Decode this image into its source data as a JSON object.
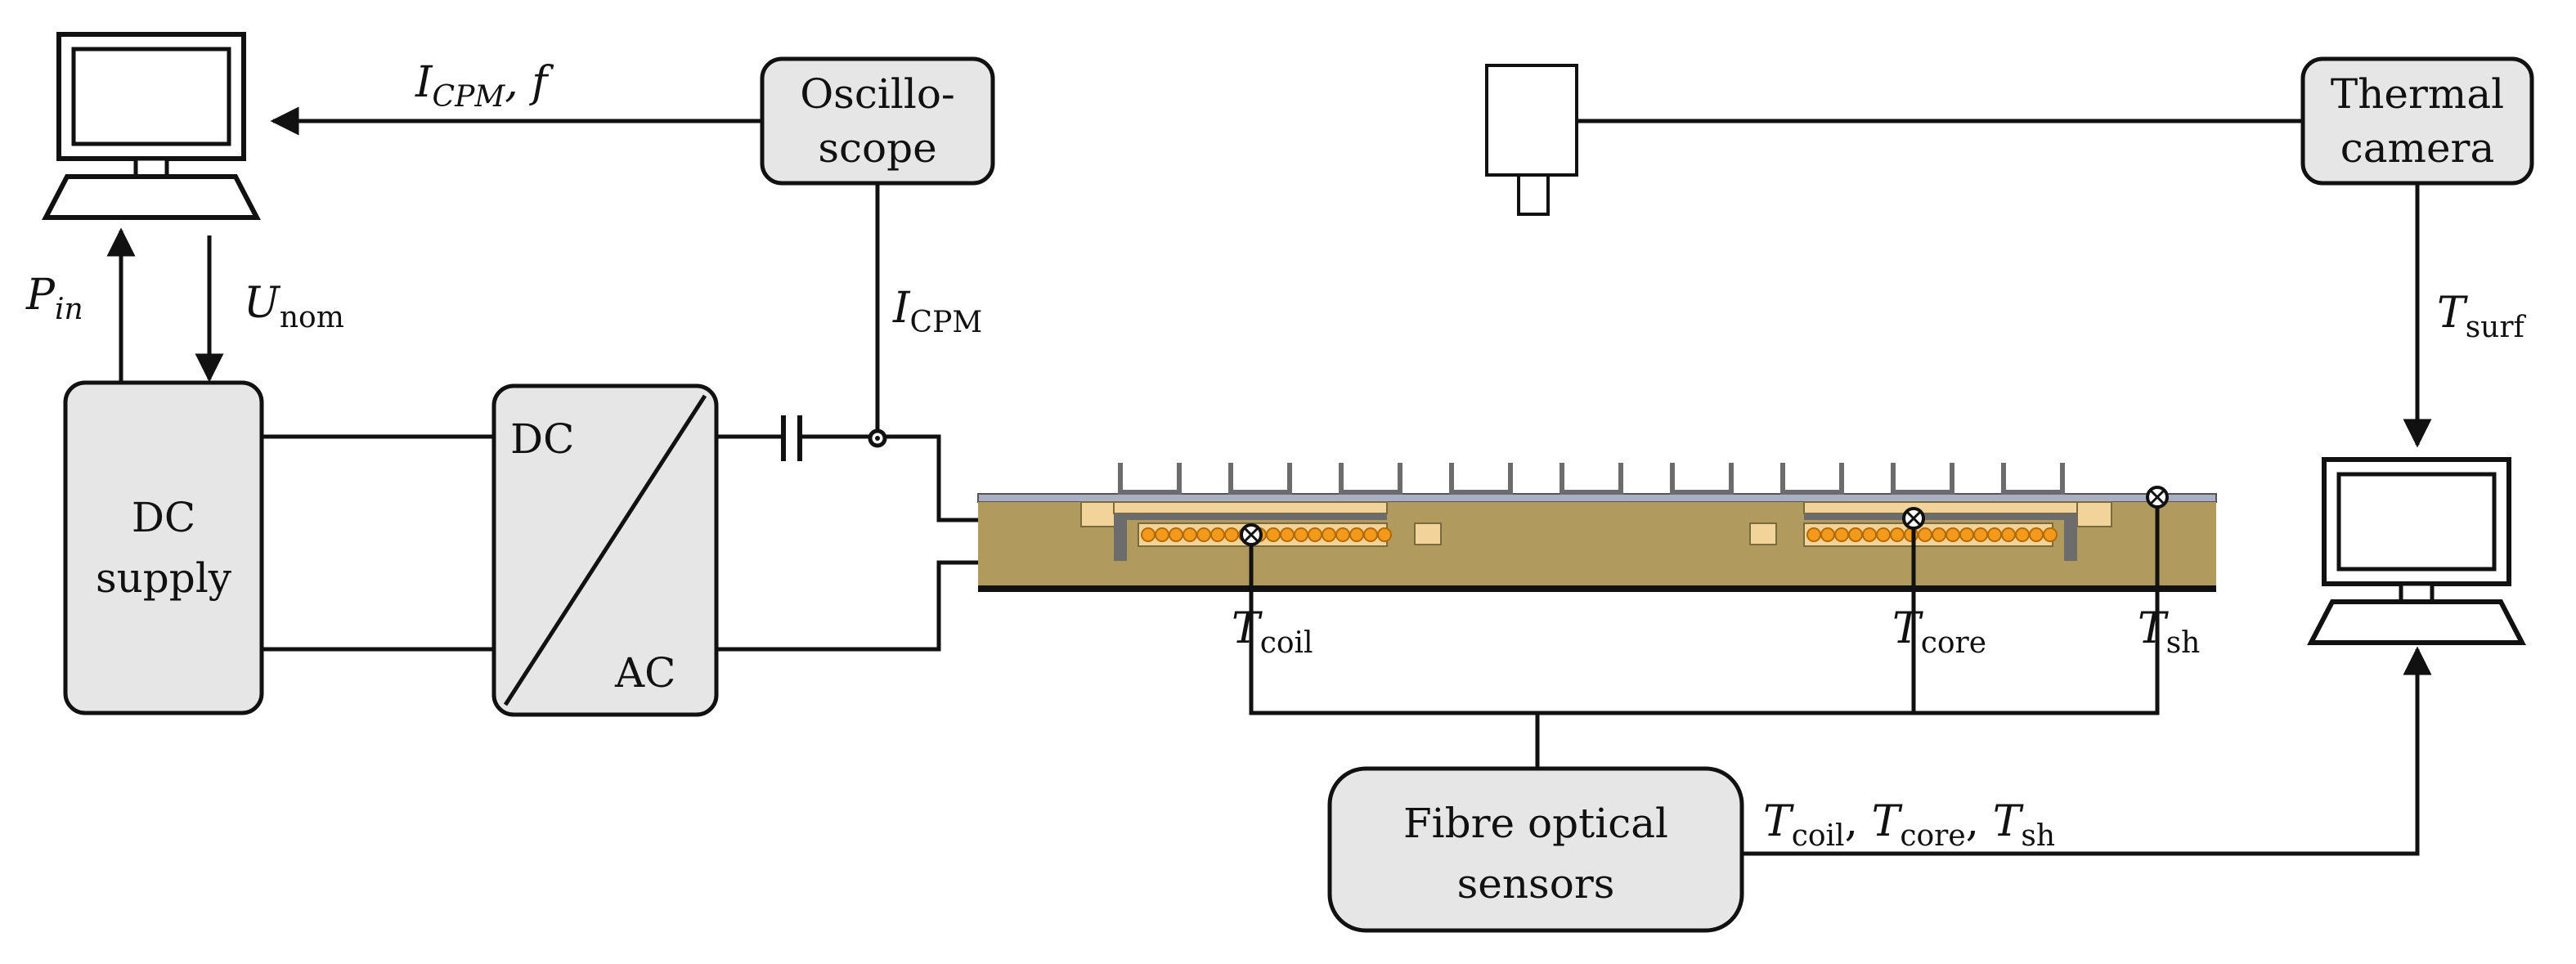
{
  "nodes": {
    "oscilloscope": {
      "line1": "Oscillo-",
      "line2": "scope"
    },
    "thermal_camera": {
      "line1": "Thermal",
      "line2": "camera"
    },
    "dc_supply": {
      "line1": "DC",
      "line2": "supply"
    },
    "converter": {
      "top": "DC",
      "bottom": "AC"
    },
    "fibre_sensors": {
      "line1": "Fibre optical",
      "line2": "sensors"
    }
  },
  "labels": {
    "i_cpm_top": {
      "main": "I",
      "sub": "CPM",
      "rest": ", f"
    },
    "p_in": {
      "main": "P",
      "sub": "in"
    },
    "u_nom": {
      "main": "U",
      "sub": "nom"
    },
    "i_cpm_vertical": {
      "main": "I",
      "sub": "CPM"
    },
    "t_surf": {
      "main": "T",
      "sub": "surf"
    },
    "t_coil": {
      "main": "T",
      "sub": "coil"
    },
    "t_core": {
      "main": "T",
      "sub": "core"
    },
    "t_sh": {
      "main": "T",
      "sub": "sh"
    },
    "fibre_output": {
      "a": "T",
      "a_sub": "coil",
      "b": "T",
      "b_sub": "core",
      "c": "T",
      "c_sub": "sh",
      "sep": ", "
    }
  },
  "colors": {
    "box_fill": "#e6e6e6",
    "pad_fill": "#b09a5e",
    "coil_fill": "#f39a1d",
    "ferrite_block": "#f2d39a",
    "shield": "#a9b0c4",
    "frame": "#6c6c6c"
  },
  "icons": [
    "computer-icon",
    "camera-icon",
    "capacitor-symbol",
    "sensor-cross-icon"
  ]
}
